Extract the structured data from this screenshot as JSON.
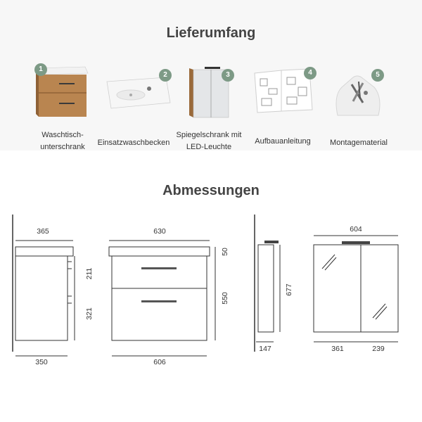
{
  "headings": {
    "included": "Lieferumfang",
    "dimensions": "Abmessungen"
  },
  "items": [
    {
      "number": "1",
      "caption_line1": "Waschtisch-",
      "caption_line2": "unterschrank"
    },
    {
      "number": "2",
      "caption_line1": "Einsatzwaschbecken",
      "caption_line2": ""
    },
    {
      "number": "3",
      "caption_line1": "Spiegelschrank mit",
      "caption_line2": "LED-Leuchte"
    },
    {
      "number": "4",
      "caption_line1": "Aufbauanleitung",
      "caption_line2": ""
    },
    {
      "number": "5",
      "caption_line1": "Montagematerial",
      "caption_line2": ""
    }
  ],
  "dimensions": {
    "side": {
      "top_depth": "365",
      "bottom_depth": "350",
      "upper_drawer": "211",
      "lower_drawer": "321"
    },
    "front": {
      "top_width": "630",
      "bottom_width": "606",
      "top_thickness": "50",
      "height": "550"
    },
    "mirror_side": {
      "height": "677",
      "depth": "147"
    },
    "mirror_front": {
      "width": "604",
      "left_door": "361",
      "right_door": "239"
    }
  },
  "colors": {
    "badge": "#7d9a86",
    "oak": "#b98550",
    "line": "#333333"
  }
}
